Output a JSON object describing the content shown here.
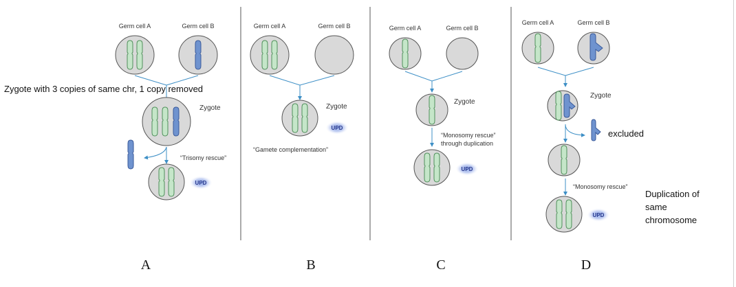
{
  "panels": {
    "a": {
      "germ_a": "Germ cell A",
      "germ_b": "Germ cell B",
      "annotation": "Zygote with 3 copies of same chr, 1 copy removed",
      "zygote": "Zygote",
      "mechanism": "“Trisomy rescue”",
      "upd": "UPD",
      "letter": "A"
    },
    "b": {
      "germ_a": "Germ cell A",
      "germ_b": "Germ cell B",
      "zygote": "Zygote",
      "upd": "UPD",
      "mechanism": "“Gamete complementation”",
      "letter": "B"
    },
    "c": {
      "germ_a": "Germ cell A",
      "germ_b": "Germ cell B",
      "zygote": "Zygote",
      "mechanism_line1": "“Monosomy rescue”",
      "mechanism_line2": "through duplication",
      "upd": "UPD",
      "letter": "C"
    },
    "d": {
      "germ_a": "Germ cell A",
      "germ_b": "Germ cell B",
      "zygote": "Zygote",
      "excluded": "excluded",
      "mechanism": "“Monosomy rescue”",
      "dup_line1": "Duplication of",
      "dup_line2": "same",
      "dup_line3": "chromosome",
      "upd": "UPD",
      "letter": "D"
    }
  },
  "colors": {
    "cell_fill": "#d9d9d9",
    "cell_stroke": "#555555",
    "chromosome_green": "#c5e6c9",
    "chromosome_blue": "#6f93cf",
    "arrow": "#3d8fc6",
    "upd_glow": "#9fb3ea",
    "divider": "#555555"
  }
}
